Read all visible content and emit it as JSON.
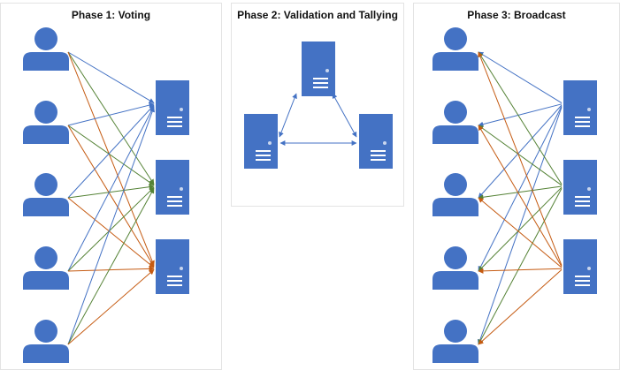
{
  "panels": {
    "voting": {
      "title": "Phase 1: Voting"
    },
    "validation": {
      "title": "Phase 2: Validation and Tallying"
    },
    "broadcast": {
      "title": "Phase 3: Broadcast"
    }
  },
  "colors": {
    "icon": "#4472C4",
    "icon_detail": "#ffffff",
    "edge_blue": "#4472C4",
    "edge_green": "#548235",
    "edge_orange": "#C55A11",
    "panel_border": "#e3e3e3"
  },
  "icons": {
    "voter": "person-icon",
    "node": "server-icon"
  },
  "voting": {
    "voters": [
      "voter-1",
      "voter-2",
      "voter-3",
      "voter-4",
      "voter-5"
    ],
    "servers": [
      "server-1",
      "server-2",
      "server-3"
    ],
    "edges": [
      {
        "from": 0,
        "to": 0,
        "color": "edge_blue"
      },
      {
        "from": 0,
        "to": 1,
        "color": "edge_green"
      },
      {
        "from": 0,
        "to": 2,
        "color": "edge_orange"
      },
      {
        "from": 1,
        "to": 0,
        "color": "edge_blue"
      },
      {
        "from": 1,
        "to": 1,
        "color": "edge_green"
      },
      {
        "from": 1,
        "to": 2,
        "color": "edge_orange"
      },
      {
        "from": 2,
        "to": 0,
        "color": "edge_blue"
      },
      {
        "from": 2,
        "to": 1,
        "color": "edge_green"
      },
      {
        "from": 2,
        "to": 2,
        "color": "edge_orange"
      },
      {
        "from": 3,
        "to": 0,
        "color": "edge_blue"
      },
      {
        "from": 3,
        "to": 1,
        "color": "edge_green"
      },
      {
        "from": 3,
        "to": 2,
        "color": "edge_orange"
      },
      {
        "from": 4,
        "to": 0,
        "color": "edge_blue"
      },
      {
        "from": 4,
        "to": 1,
        "color": "edge_green"
      },
      {
        "from": 4,
        "to": 2,
        "color": "edge_orange"
      }
    ]
  },
  "validation": {
    "servers": [
      "server-1",
      "server-2",
      "server-3"
    ],
    "links": [
      {
        "a": 0,
        "b": 1
      },
      {
        "a": 0,
        "b": 2
      },
      {
        "a": 1,
        "b": 2
      }
    ]
  },
  "broadcast": {
    "servers": [
      "server-1",
      "server-2",
      "server-3"
    ],
    "voters": [
      "voter-1",
      "voter-2",
      "voter-3",
      "voter-4",
      "voter-5"
    ],
    "edges": [
      {
        "from": 0,
        "to": 0,
        "color": "edge_blue"
      },
      {
        "from": 0,
        "to": 1,
        "color": "edge_blue"
      },
      {
        "from": 0,
        "to": 2,
        "color": "edge_blue"
      },
      {
        "from": 0,
        "to": 3,
        "color": "edge_blue"
      },
      {
        "from": 0,
        "to": 4,
        "color": "edge_blue"
      },
      {
        "from": 1,
        "to": 0,
        "color": "edge_green"
      },
      {
        "from": 1,
        "to": 1,
        "color": "edge_green"
      },
      {
        "from": 1,
        "to": 2,
        "color": "edge_green"
      },
      {
        "from": 1,
        "to": 3,
        "color": "edge_green"
      },
      {
        "from": 1,
        "to": 4,
        "color": "edge_green"
      },
      {
        "from": 2,
        "to": 0,
        "color": "edge_orange"
      },
      {
        "from": 2,
        "to": 1,
        "color": "edge_orange"
      },
      {
        "from": 2,
        "to": 2,
        "color": "edge_orange"
      },
      {
        "from": 2,
        "to": 3,
        "color": "edge_orange"
      },
      {
        "from": 2,
        "to": 4,
        "color": "edge_orange"
      }
    ]
  }
}
